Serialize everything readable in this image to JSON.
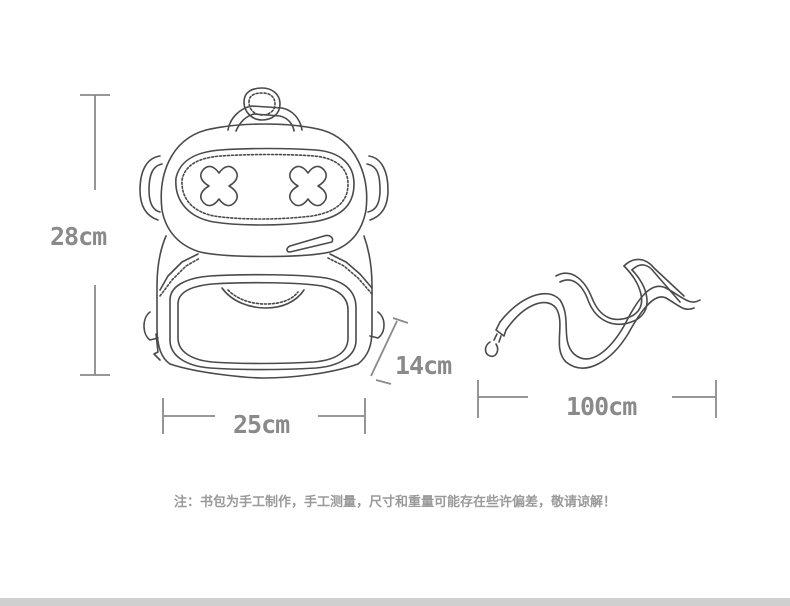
{
  "dimensions": {
    "height": "28cm",
    "width": "25cm",
    "depth": "14cm",
    "strap_length": "100cm"
  },
  "note": "注：书包为手工制作，手工测量，尺寸和重量可能存在些许偏差，敬请谅解！",
  "colors": {
    "line": "#4a4a4a",
    "dimension": "#8a8a8a",
    "footer": "#cfcfcf"
  }
}
